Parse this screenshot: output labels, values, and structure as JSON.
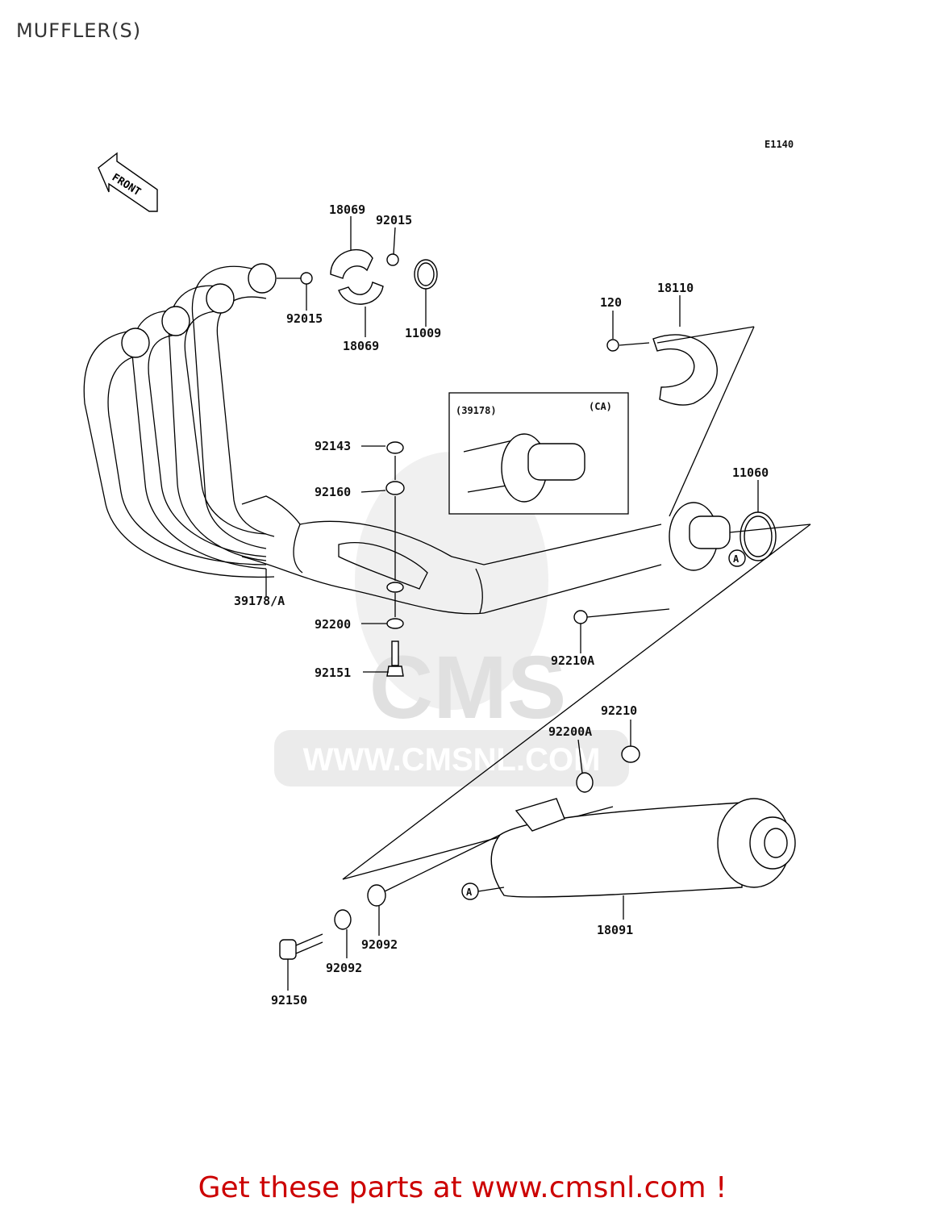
{
  "title": "MUFFLER(S)",
  "diagram_code": "E1140",
  "front_arrow_label": "FRONT",
  "watermark": {
    "logo": "CMS",
    "url": "WWW.CMSNL.COM"
  },
  "inset_labels": {
    "ref": "(39178)",
    "region": "(CA)"
  },
  "callout_marker": "A",
  "labels": {
    "p18069_top": "18069",
    "p92015_top": "92015",
    "p92015_bottom": "92015",
    "p18069_bottom": "18069",
    "p11009": "11009",
    "p120": "120",
    "p18110": "18110",
    "p92143": "92143",
    "p92160": "92160",
    "p11060": "11060",
    "p39178a": "39178/A",
    "p92200": "92200",
    "p92210a": "92210A",
    "p92151": "92151",
    "p92210": "92210",
    "p92200a": "92200A",
    "p18091": "18091",
    "p92092_right": "92092",
    "p92092_left": "92092",
    "p92150": "92150"
  },
  "footer": "Get these parts at www.cmsnl.com !",
  "colors": {
    "footer": "#cc0000",
    "watermark": "#e6e6e6",
    "line": "#000000"
  }
}
